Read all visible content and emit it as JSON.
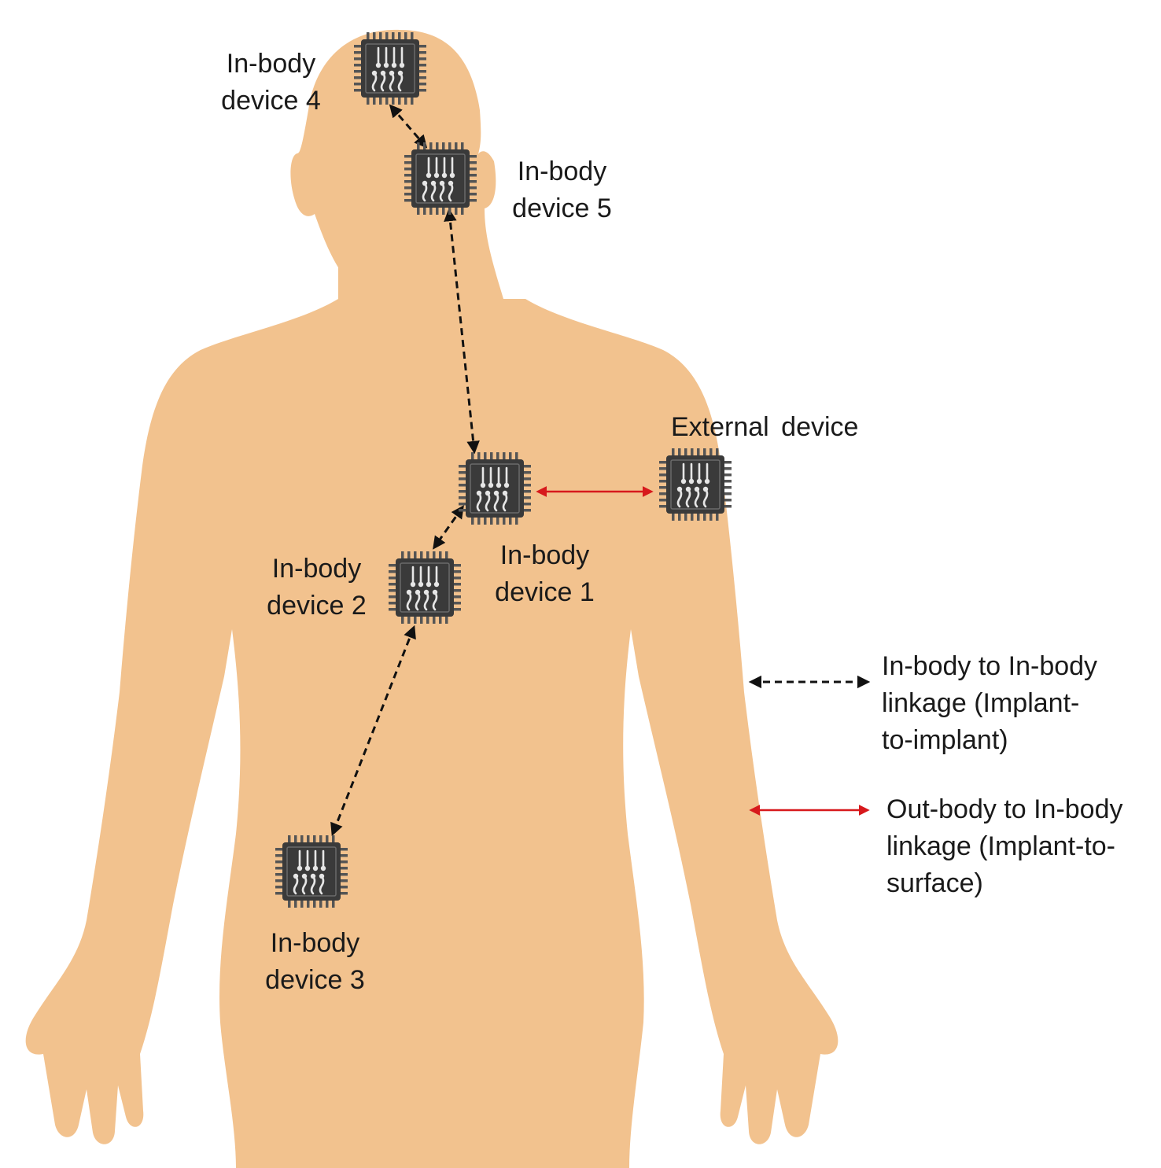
{
  "colors": {
    "skin": "#F2C28E",
    "chip_body": "#3A3A3A",
    "chip_pins": "#555555",
    "chip_lines": "#E6E6E6",
    "inbody_link": "#111111",
    "outbody_link": "#D7191C"
  },
  "chip_icon": "microchip-icon",
  "devices": {
    "d1": {
      "line1": "In-body",
      "line2": "device 1"
    },
    "d2": {
      "line1": "In-body",
      "line2": "device 2"
    },
    "d3": {
      "line1": "In-body",
      "line2": "device 3"
    },
    "d4": {
      "line1": "In-body",
      "line2": "device 4"
    },
    "d5": {
      "line1": "In-body",
      "line2": "device 5"
    },
    "external": {
      "label": "External device"
    }
  },
  "legend": {
    "in_body": {
      "text": "In-body  to In-body\nlinkage (Implant-\nto-implant)"
    },
    "out_body": {
      "text": "Out-body  to In-body\nlinkage (Implant-to-\nsurface)"
    }
  }
}
